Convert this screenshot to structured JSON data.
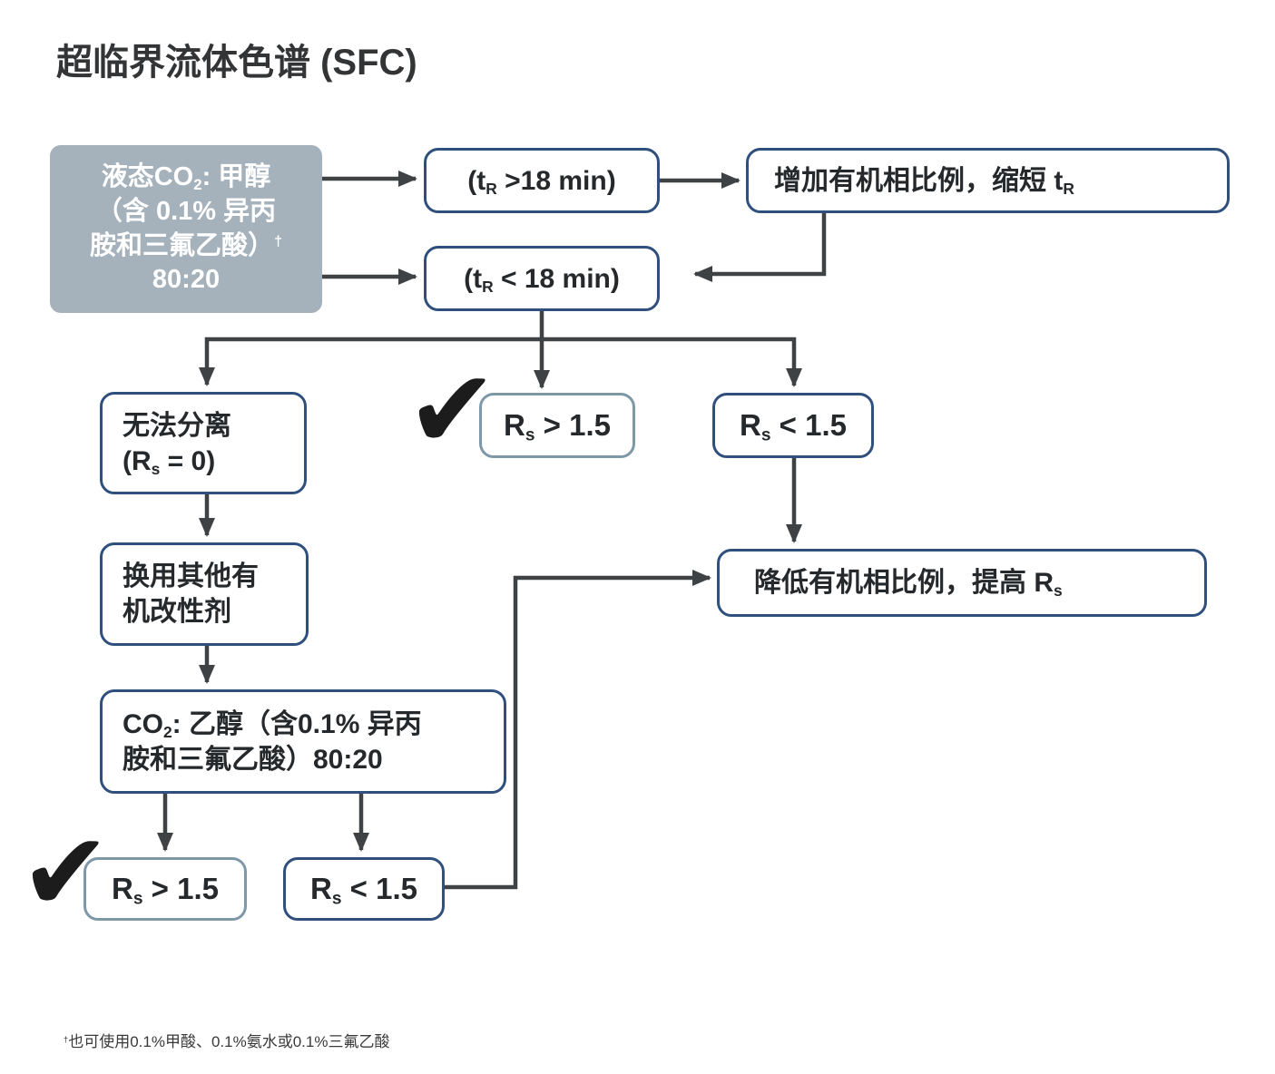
{
  "title": "超临界流体色谱 (SFC)",
  "icons": {
    "checkmark": "✔"
  },
  "colors": {
    "box_border_dark": "#2f4f7d",
    "box_border_light": "#7e98a8",
    "source_fill": "#a5b1bb",
    "arrow": "#3f4245",
    "checkmark": "#1c1c1c"
  },
  "nodes": {
    "source": {
      "line1_pre": "液态CO",
      "line1_sub": "2",
      "line1_post": ": 甲醇",
      "line2": "（含 0.1% 异丙",
      "line3": "胺和三氟乙酸）",
      "line3_sup": "†",
      "line4": "80:20"
    },
    "tr_gt18": {
      "pre": "(t",
      "sub": "R",
      "post": " >18 min)"
    },
    "increase_organic": {
      "pre": "增加有机相比例，缩短 t",
      "sub": "R",
      "post": ""
    },
    "tr_lt18": {
      "pre": "(t",
      "sub": "R",
      "post": " < 18 min)"
    },
    "no_separation": {
      "line1": "无法分离",
      "line2_pre": "(R",
      "line2_sub": "s",
      "line2_post": " = 0)"
    },
    "rs_pass_mid": {
      "pre": "R",
      "sub": "s",
      "post": " > 1.5"
    },
    "rs_fail_mid": {
      "pre": "R",
      "sub": "s",
      "post": " < 1.5"
    },
    "switch_modifier": {
      "line1": "换用其他有",
      "line2": "机改性剂"
    },
    "decrease_organic": {
      "pre": "降低有机相比例，提高 R",
      "sub": "s",
      "post": ""
    },
    "co2_ethanol": {
      "line1_pre": "CO",
      "line1_sub": "2",
      "line1_post": ": 乙醇（含0.1% 异丙",
      "line2": "胺和三氟乙酸）80:20"
    },
    "rs_pass_bottom": {
      "pre": "R",
      "sub": "s",
      "post": " > 1.5"
    },
    "rs_fail_bottom": {
      "pre": "R",
      "sub": "s",
      "post": " < 1.5"
    }
  },
  "footnote": {
    "dagger": "†",
    "text": "也可使用0.1%甲酸、0.1%氨水或0.1%三氟乙酸"
  }
}
